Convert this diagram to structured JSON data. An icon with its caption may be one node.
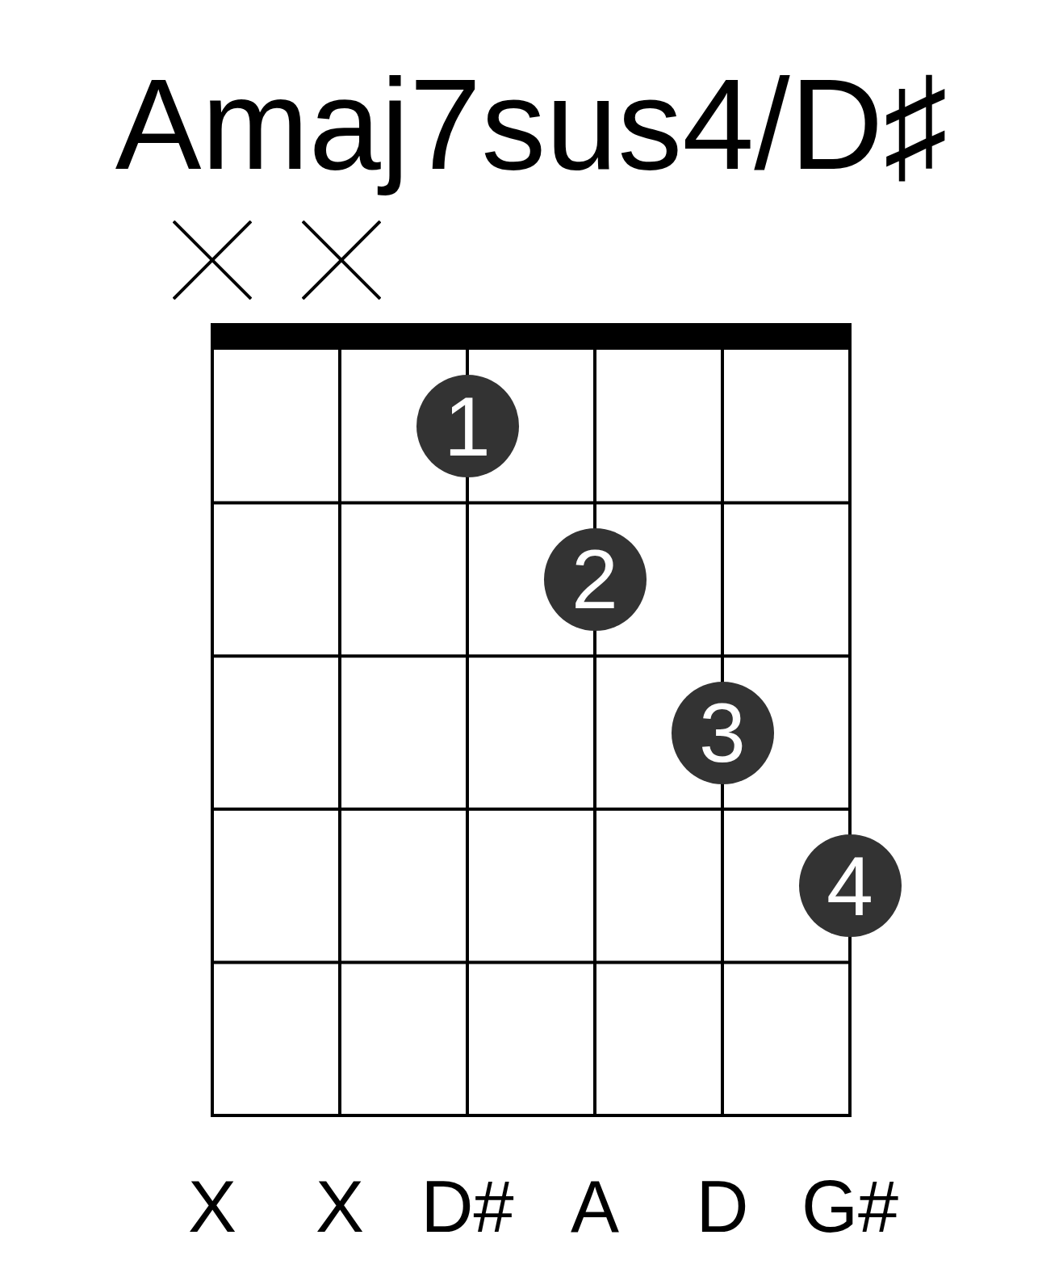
{
  "diagram": {
    "title": "Amaj7sus4/D♯",
    "nodes": [
      {
        "text": [
          "1"
        ]
      },
      {
        "text": [
          "2"
        ]
      },
      {
        "text": [
          "3"
        ]
      },
      {
        "text": [
          "4"
        ]
      }
    ],
    "labels": [
      "X",
      "X",
      "D#",
      "A",
      "D",
      "G#"
    ]
  }
}
